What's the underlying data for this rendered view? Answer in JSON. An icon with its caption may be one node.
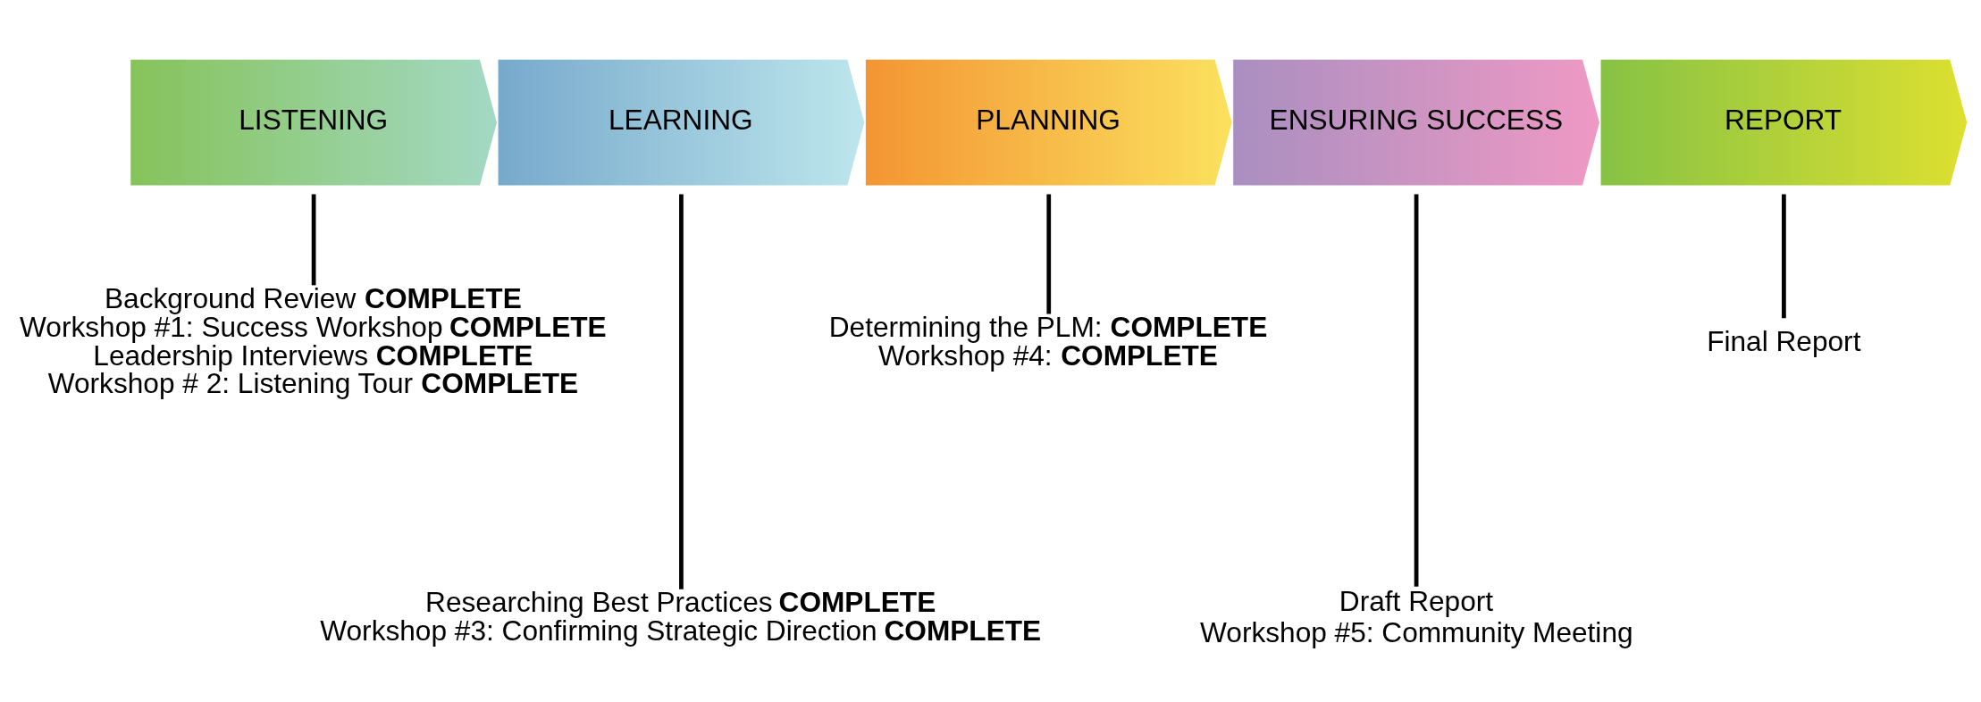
{
  "diagram": {
    "nodes": [
      {
        "text": [
          "LISTENING"
        ]
      },
      {
        "text": [
          "LEARNING"
        ]
      },
      {
        "text": [
          "PLANNING"
        ]
      },
      {
        "text": [
          "ENSURING SUCCESS"
        ]
      },
      {
        "text": [
          "REPORT"
        ]
      },
      {
        "text": [
          "Background Review **COMPLETE**",
          "Workshop #1: Success Workshop **COMPLETE**",
          "Leadership Interviews **COMPLETE**",
          "Workshop # 2: Listening Tour **COMPLETE**"
        ]
      },
      {
        "text": [
          "Researching Best Practices **COMPLETE**",
          "Workshop #3: Confirming Strategic Direction **COMPLETE**"
        ]
      },
      {
        "text": [
          "Determining the PLM: **COMPLETE**",
          "Workshop #4: **COMPLETE**"
        ]
      },
      {
        "text": [
          "Draft Report",
          "Workshop #5: Community Meeting"
        ]
      },
      {
        "text": [
          "Final Report"
        ]
      }
    ],
    "edges": [
      {
        "from": 0,
        "to": 5,
        "arrow": "none"
      },
      {
        "from": 1,
        "to": 6,
        "arrow": "none"
      },
      {
        "from": 2,
        "to": 7,
        "arrow": "none"
      },
      {
        "from": 3,
        "to": 8,
        "arrow": "none"
      },
      {
        "from": 4,
        "to": 9,
        "arrow": "none"
      }
    ]
  }
}
